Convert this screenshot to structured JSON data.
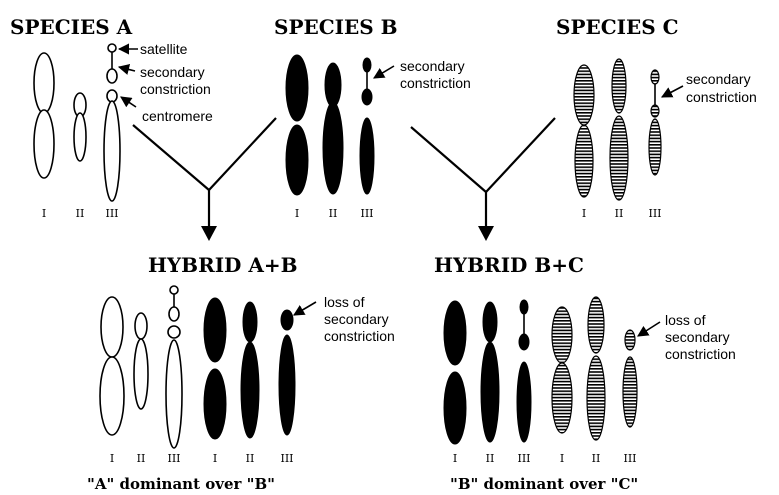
{
  "titles": {
    "species_a": "SPECIES A",
    "species_b": "SPECIES B",
    "species_c": "SPECIES C",
    "hybrid_ab": "HYBRID  A+B",
    "hybrid_bc": "HYBRID  B+C"
  },
  "annotations": {
    "satellite": "satellite",
    "secondary_a_1": "secondary",
    "secondary_a_2": "constriction",
    "centromere": "centromere",
    "secondary_b_1": "secondary",
    "secondary_b_2": "constriction",
    "secondary_c_1": "secondary",
    "secondary_c_2": "constriction",
    "loss_ab_1": "loss of",
    "loss_ab_2": "secondary",
    "loss_ab_3": "constriction",
    "loss_bc_1": "loss of",
    "loss_bc_2": "secondary",
    "loss_bc_3": "constriction"
  },
  "chromosome_numbers": [
    "I",
    "II",
    "III"
  ],
  "captions": {
    "ab": "\"A\" dominant over \"B\"",
    "bc": "\"B\" dominant over \"C\""
  },
  "fills": {
    "species_a": "open",
    "species_b": "solid",
    "species_c": "striped"
  },
  "colors": {
    "ink": "#000000",
    "background": "#ffffff"
  }
}
